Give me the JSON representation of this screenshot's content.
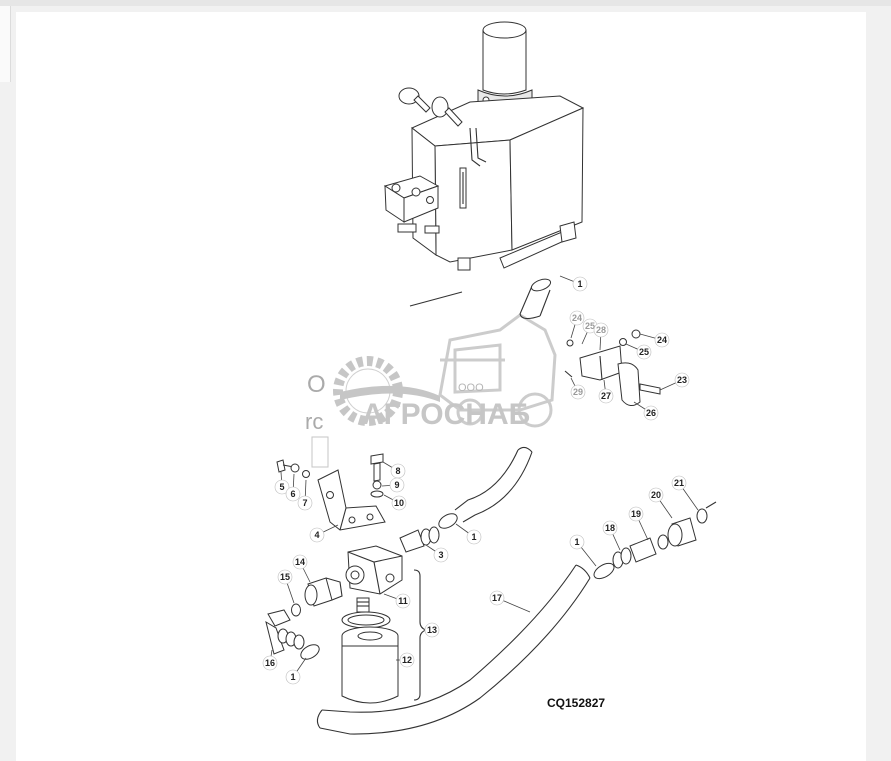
{
  "diagram": {
    "code": "CQ152827",
    "callouts": {
      "c1a": "1",
      "c1b": "1",
      "c1c": "1",
      "c1d": "1",
      "c3": "3",
      "c4": "4",
      "c5": "5",
      "c6": "6",
      "c7": "7",
      "c8": "8",
      "c9": "9",
      "c10": "10",
      "c11": "11",
      "c12": "12",
      "c13": "13",
      "c14": "14",
      "c15": "15",
      "c16": "16",
      "c17": "17",
      "c18": "18",
      "c19": "19",
      "c20": "20",
      "c21": "21",
      "c23": "23",
      "c24a": "24",
      "c24b": "24",
      "c25a": "25",
      "c25b": "25",
      "c26": "26",
      "c27": "27",
      "c28": "28",
      "c29": "29"
    }
  },
  "watermark": {
    "brand": "АГРОСНАБ",
    "prefix": "ООО"
  },
  "ghost_text": {
    "g1": "О",
    "g2": "rc"
  },
  "colors": {
    "background": "#f1f1f1",
    "card": "#ffffff",
    "line": "#333333",
    "watermark": "#bdbdbd"
  }
}
